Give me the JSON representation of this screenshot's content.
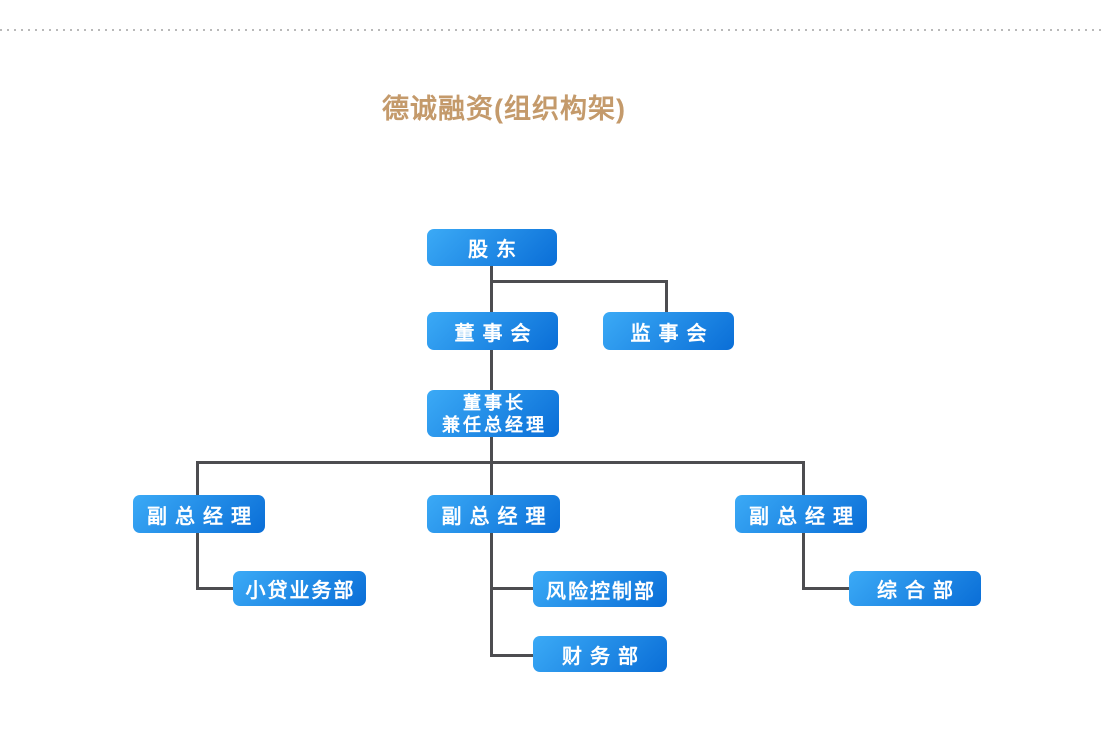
{
  "title": {
    "text": "德诚融资(组织构架)"
  },
  "colors": {
    "title": "#C49A6B",
    "node_gradient_start": "#3BAAF6",
    "node_gradient_end": "#0A6ED7",
    "node_text": "#FFFFFF",
    "connector_line": "#4D4D50",
    "divider_dots": "#B9B9B9",
    "background": "#FFFFFF"
  },
  "org_chart": {
    "nodes": {
      "shareholders": {
        "label": "股东"
      },
      "board": {
        "label": "董事会"
      },
      "supervisory": {
        "label": "监事会"
      },
      "chairman": {
        "line1": "董事长",
        "line2": "兼任总经理"
      },
      "deputy_left": {
        "label": "副总经理"
      },
      "deputy_mid": {
        "label": "副总经理"
      },
      "deputy_right": {
        "label": "副总经理"
      },
      "small_loan": {
        "label": "小贷业务部"
      },
      "risk_control": {
        "label": "风险控制部"
      },
      "finance": {
        "label": "财务部"
      },
      "general": {
        "label": "综合部"
      }
    }
  }
}
